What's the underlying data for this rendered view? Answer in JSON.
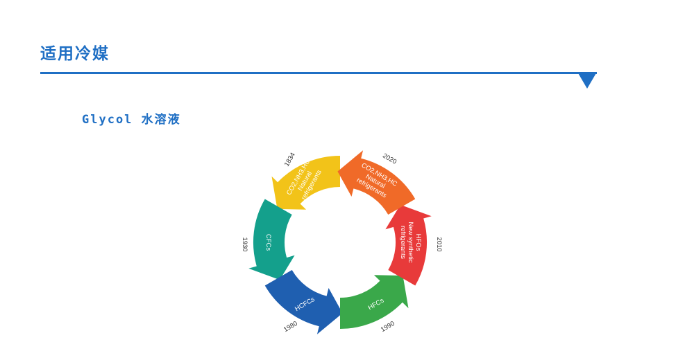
{
  "header": {
    "title": "适用冷媒"
  },
  "section": {
    "subtitle": "Glycol 水溶液"
  },
  "cycle": {
    "segments": [
      {
        "lines": [
          "CO2,NH3,HC",
          "Natural",
          "refrigerants"
        ],
        "year": "1834",
        "color": "#f2c319"
      },
      {
        "lines": [
          "CFCs"
        ],
        "year": "1930",
        "color": "#14a08c"
      },
      {
        "lines": [
          "HCFCs"
        ],
        "year": "1980",
        "color": "#1f5fb0"
      },
      {
        "lines": [
          "HFCs"
        ],
        "year": "1990",
        "color": "#3aa84a"
      },
      {
        "lines": [
          "HFOs",
          "New synthetic",
          "refrigerants"
        ],
        "year": "2010",
        "color": "#e83a3a"
      },
      {
        "lines": [
          "CO2,NH3,HC",
          "Natural",
          "refrigerants"
        ],
        "year": "2020",
        "color": "#f06a28"
      }
    ]
  }
}
